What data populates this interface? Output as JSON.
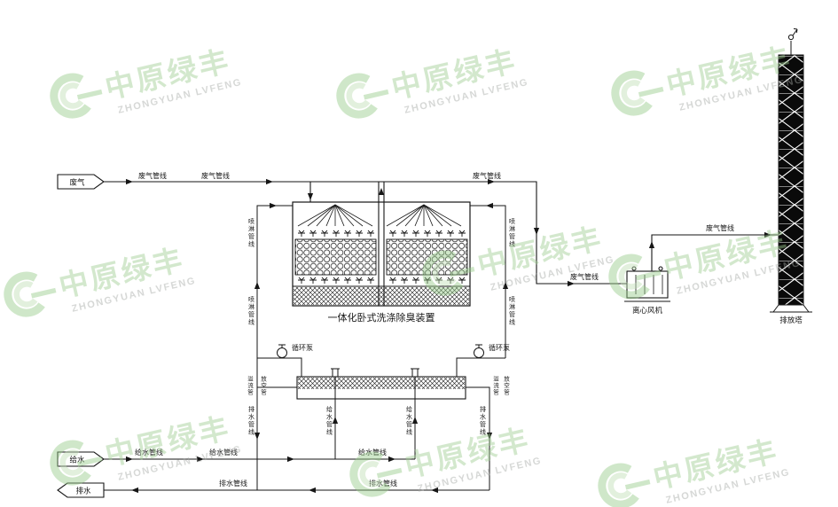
{
  "watermark": {
    "cn": "中原绿丰",
    "en": "ZHONGYUAN LVFENG"
  },
  "equipment": {
    "scrubber": "一体化卧式洗涤除臭装置",
    "fan": "离心风机",
    "stack": "排放塔",
    "pump": "循环泵"
  },
  "streams": {
    "waste_gas": "废气",
    "water_supply": "给水",
    "drain": "排水"
  },
  "lines": {
    "gas": "废气管线",
    "spray": "喷淋管线",
    "supply": "给水管线",
    "drain": "排水管线",
    "overflow": "溢流管",
    "vent": "放空管"
  }
}
